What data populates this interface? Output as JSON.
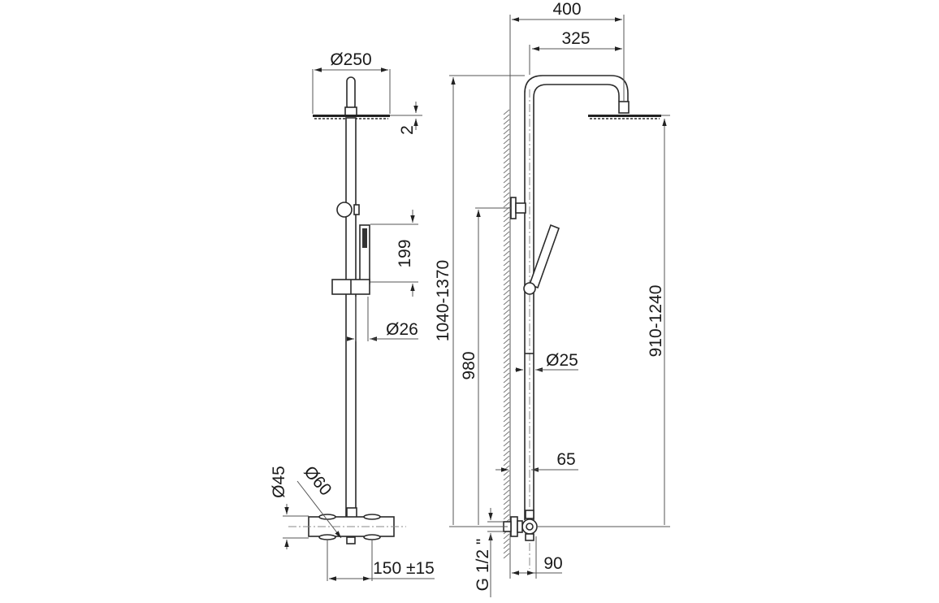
{
  "drawing": {
    "type": "technical dimension drawing",
    "subject": "thermostatic shower column with overhead rain head, hand shower and bar valve",
    "views": [
      "side-view",
      "front-view"
    ],
    "colors": {
      "line": "#2a2a2a",
      "dimension": "#555555",
      "text": "#1a1a1a",
      "background": "#ffffff"
    }
  },
  "side_view": {
    "head_diameter": "Ø250",
    "head_thickness": "2",
    "handset_length": "199",
    "rail_diameter": "Ø26",
    "valve_body_diameter": "Ø45",
    "valve_knob_diameter": "Ø60",
    "inlet_centres": "150 ±15"
  },
  "front_view": {
    "arm_projection_total": "400",
    "arm_projection_from_riser": "325",
    "overall_height": "1040-1370",
    "bracket_height": "980",
    "head_height_above_valve": "910-1240",
    "riser_diameter": "Ø25",
    "riser_wall_distance": "65",
    "valve_wall_distance": "90",
    "inlet_thread": "G 1/2 \""
  }
}
